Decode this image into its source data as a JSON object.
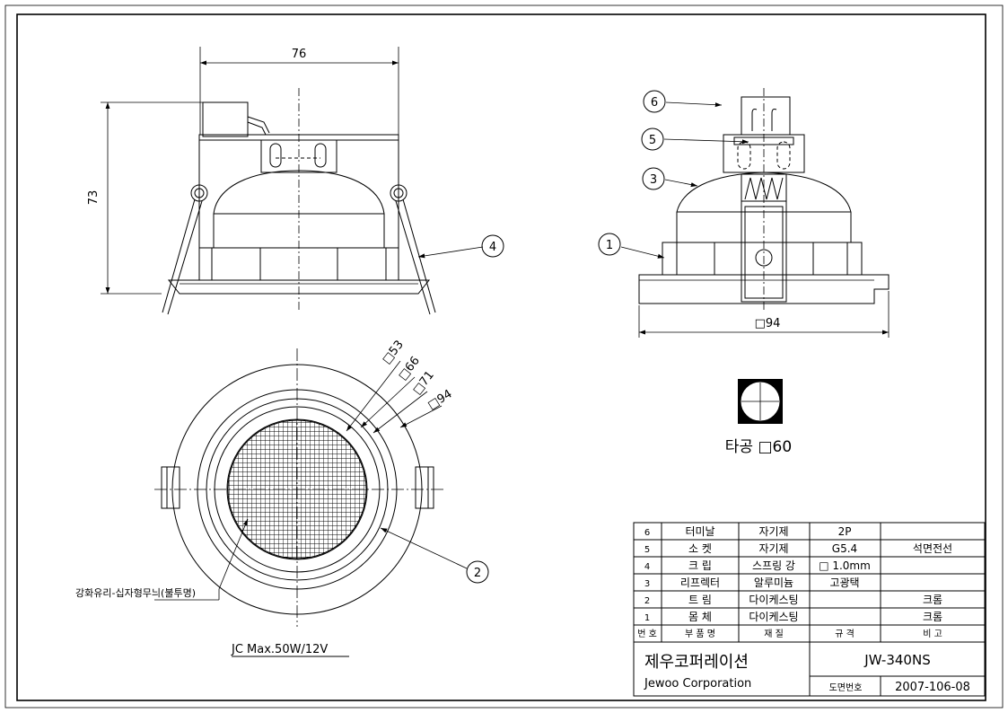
{
  "dimensions": {
    "width_76": "76",
    "height_73": "73",
    "square_94_side": "□94",
    "square_53": "□53",
    "square_66": "□66",
    "square_71": "□71",
    "square_94": "□94"
  },
  "balloons": [
    "1",
    "2",
    "3",
    "4",
    "5",
    "6"
  ],
  "notes": {
    "glass": "강화유리-십자형무늬(불투명)",
    "lamp": "JC Max.50W/12V",
    "cutout": "타공 □60"
  },
  "parts_table": {
    "rows": [
      {
        "no": "6",
        "name": "터미날",
        "material": "자기제",
        "spec": "2P",
        "remark": ""
      },
      {
        "no": "5",
        "name": "소 켓",
        "material": "자기제",
        "spec": "G5.4",
        "remark": "석면전선"
      },
      {
        "no": "4",
        "name": "크 립",
        "material": "스프링 강",
        "spec": "□ 1.0mm",
        "remark": ""
      },
      {
        "no": "3",
        "name": "리프렉터",
        "material": "알루미늄",
        "spec": "고광택",
        "remark": ""
      },
      {
        "no": "2",
        "name": "트 림",
        "material": "다이케스팅",
        "spec": "",
        "remark": "크롬"
      },
      {
        "no": "1",
        "name": "몸 체",
        "material": "다이케스팅",
        "spec": "",
        "remark": "크롬"
      }
    ],
    "header": {
      "no": "번 호",
      "name": "부 품 명",
      "material": "재 질",
      "spec": "규 격",
      "remark": "비 고"
    }
  },
  "title_block": {
    "company_kr": "제우코퍼레이션",
    "company_en": "Jewoo Corporation",
    "model": "JW-340NS",
    "drawing_no_label": "도면번호",
    "drawing_no": "2007-106-08"
  }
}
